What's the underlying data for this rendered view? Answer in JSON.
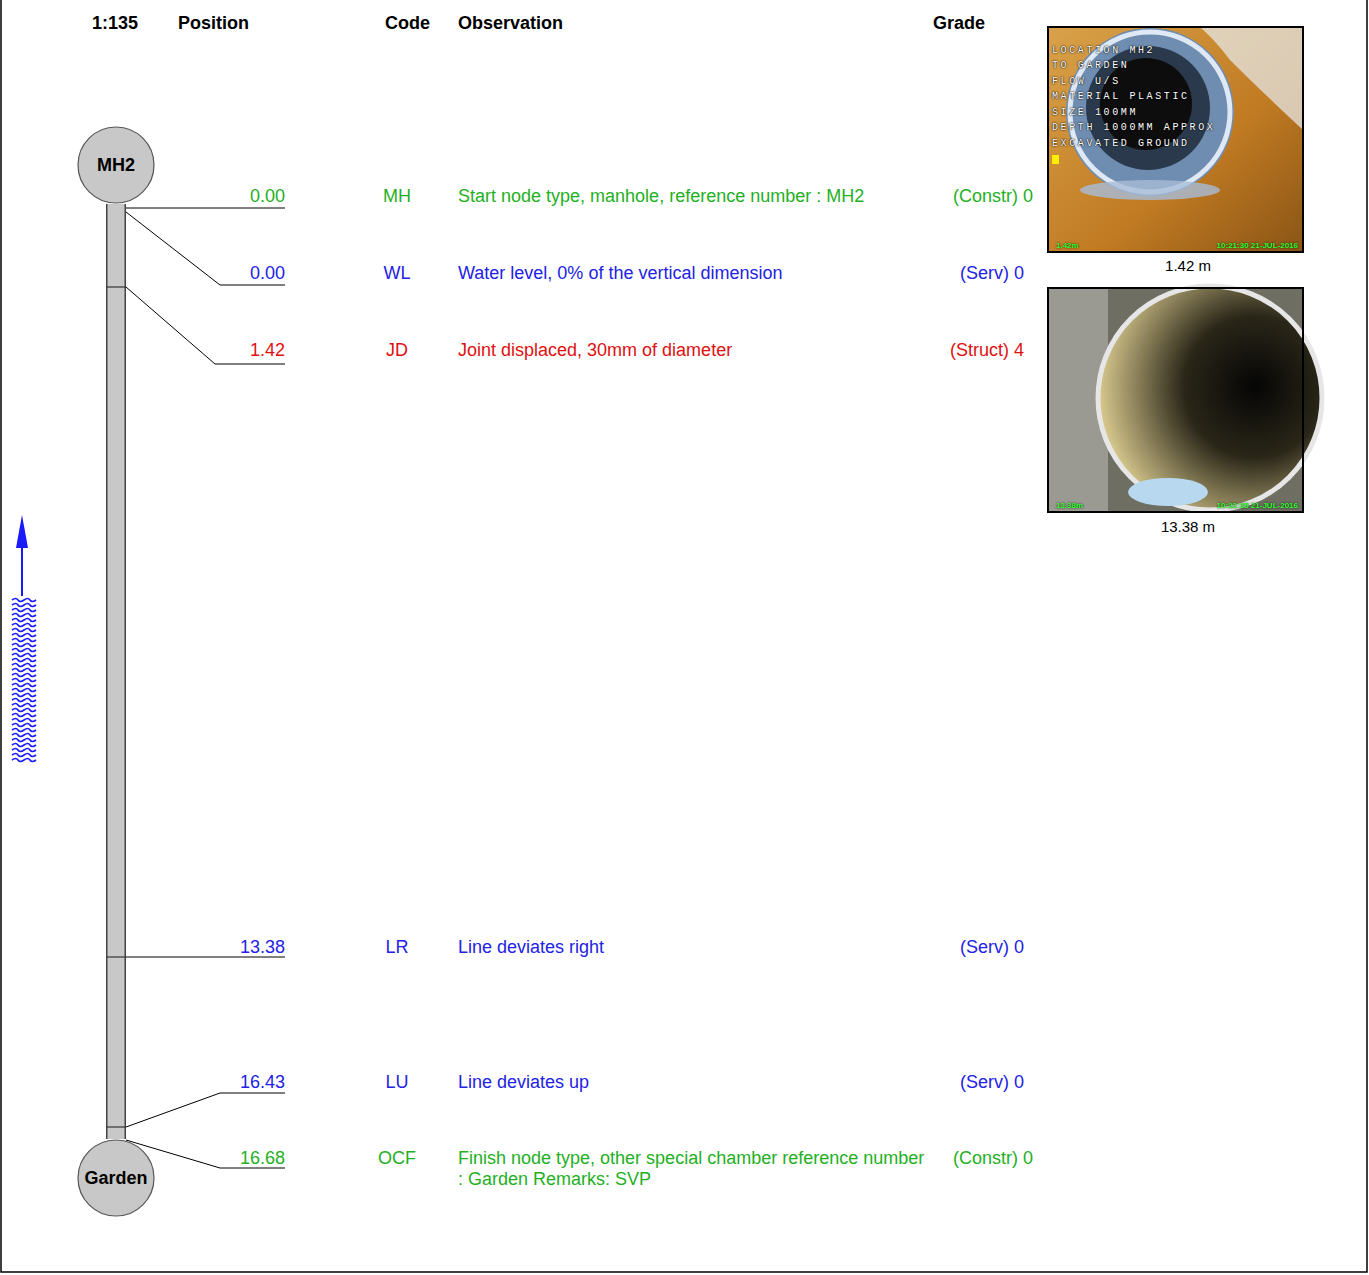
{
  "diagram": {
    "nodes": [
      {
        "text": [
          "MH2"
        ]
      },
      {
        "text": [
          "Garden"
        ]
      }
    ],
    "edges": [
      {
        "from": 0,
        "to": 1,
        "arrow": "none"
      }
    ],
    "labels": [
      "1:135",
      "Position",
      "Code",
      "Observation",
      "Grade",
      "0.00",
      "MH",
      "Start node type, manhole, reference number : MH2",
      "(Constr) 0",
      "0.00",
      "WL",
      "Water level, 0% of the vertical dimension",
      "(Serv) 0",
      "1.42",
      "JD",
      "Joint displaced, 30mm of diameter",
      "(Struct) 4",
      "13.38",
      "LR",
      "Line deviates right",
      "(Serv) 0",
      "16.43",
      "LU",
      "Line deviates up",
      "(Serv) 0",
      "16.68",
      "OCF",
      "Finish node type, other special chamber reference number : Garden Remarks: SVP",
      "(Constr) 0",
      "LOCATION MH2",
      "TO GARDEN",
      "FLOW U/S",
      "MATERIAL PLASTIC",
      "SIZE 100MM",
      "DEPTH 1000MM APPROX",
      "EXCAVATED GROUND",
      "1.42m",
      "10:21:30 21-JUL-2016",
      "1.42 m",
      "13.38m",
      "10:22:35 21-JUL-2016",
      "13.38 m"
    ]
  }
}
